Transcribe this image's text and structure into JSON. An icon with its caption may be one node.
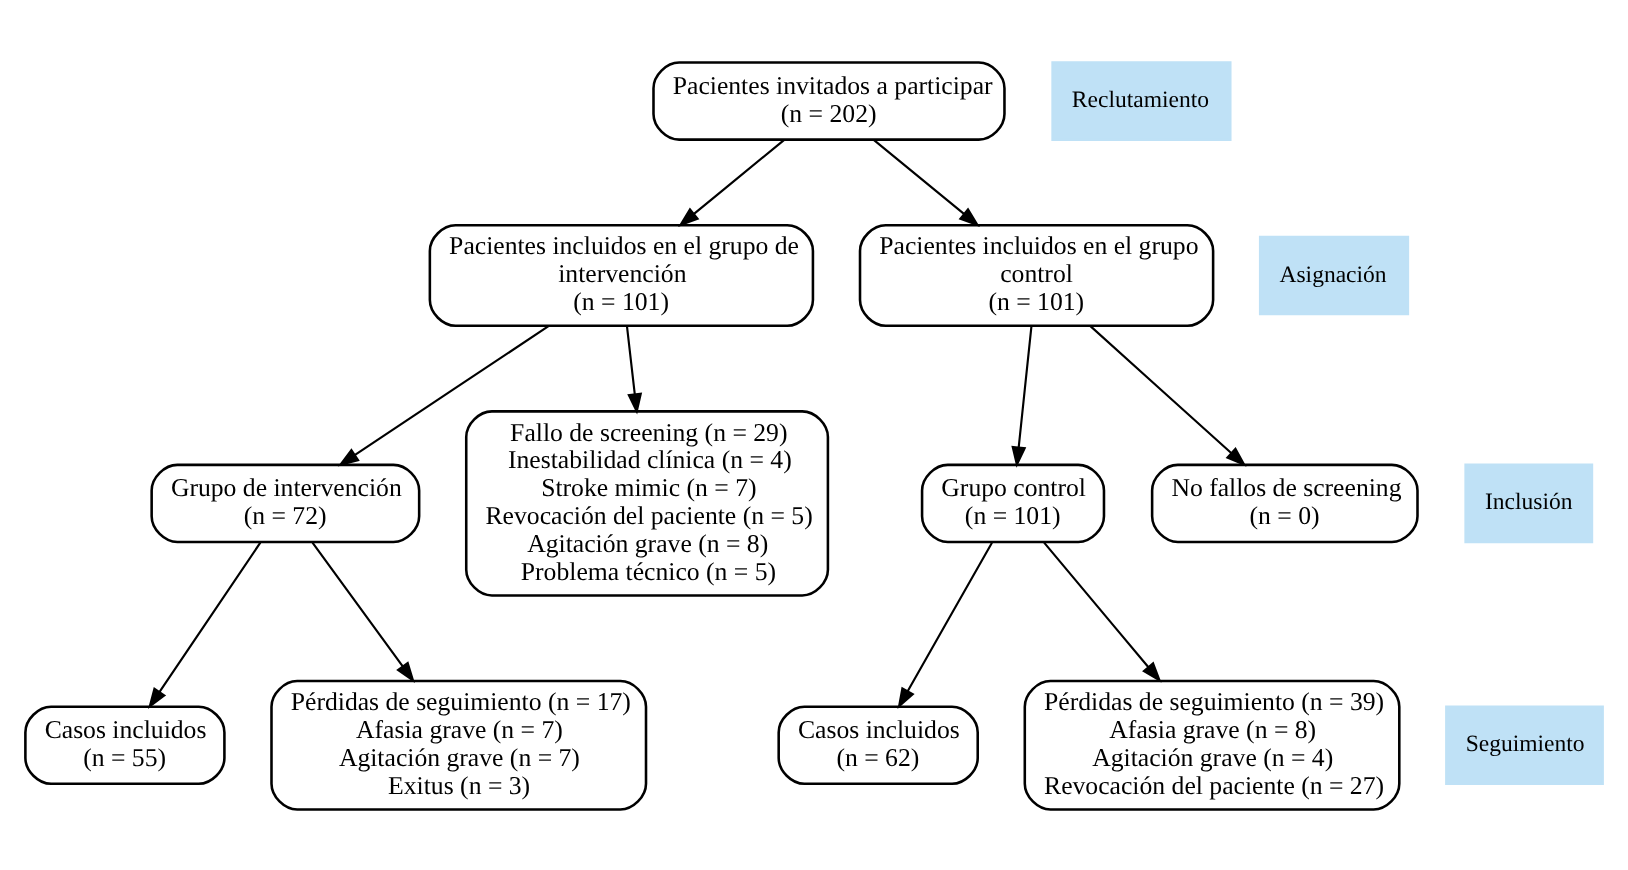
{
  "diagram": {
    "nodes": [
      {
        "text": [
          "Pacientes invitados a participar",
          "(n = 202)"
        ]
      },
      {
        "text": [
          "Pacientes incluidos en el grupo de intervención",
          "(n = 101)"
        ]
      },
      {
        "text": [
          "Pacientes incluidos en el grupo control",
          "(n = 101)"
        ]
      },
      {
        "text": [
          "Grupo de intervención",
          "(n = 72)"
        ]
      },
      {
        "text": [
          "Fallo de screening (n = 29)",
          "Inestabilidad clínica (n = 4)",
          "Stroke mimic (n = 7)",
          "Revocación del paciente (n = 5)",
          "Agitación grave (n = 8)",
          "Problema técnico (n = 5)"
        ]
      },
      {
        "text": [
          "Grupo control",
          "(n = 101)"
        ]
      },
      {
        "text": [
          "No fallos de screening",
          "(n = 0)"
        ]
      },
      {
        "text": [
          "Casos incluidos",
          "(n = 55)"
        ]
      },
      {
        "text": [
          "Pérdidas de seguimiento (n = 17)",
          "Afasia grave (n = 7)",
          "Agitación grave (n = 7)",
          "Exitus (n = 3)"
        ]
      },
      {
        "text": [
          "Casos incluidos",
          "(n = 62)"
        ]
      },
      {
        "text": [
          "Pérdidas de seguimiento (n = 39)",
          "Afasia grave (n = 8)",
          "Agitación grave (n = 4)",
          "Revocación del paciente (n = 27)"
        ]
      },
      {
        "text": [
          "Reclutamiento"
        ]
      },
      {
        "text": [
          "Asignación"
        ]
      },
      {
        "text": [
          "Inclusión"
        ]
      },
      {
        "text": [
          "Seguimiento"
        ]
      }
    ],
    "edges": [
      {
        "from": 0,
        "to": 1,
        "arrow": "to"
      },
      {
        "from": 0,
        "to": 2,
        "arrow": "to"
      },
      {
        "from": 1,
        "to": 3,
        "arrow": "to"
      },
      {
        "from": 1,
        "to": 4,
        "arrow": "to"
      },
      {
        "from": 2,
        "to": 5,
        "arrow": "to"
      },
      {
        "from": 2,
        "to": 6,
        "arrow": "to"
      },
      {
        "from": 3,
        "to": 7,
        "arrow": "to"
      },
      {
        "from": 3,
        "to": 8,
        "arrow": "to"
      },
      {
        "from": 5,
        "to": 9,
        "arrow": "to"
      },
      {
        "from": 5,
        "to": 10,
        "arrow": "to"
      }
    ]
  }
}
